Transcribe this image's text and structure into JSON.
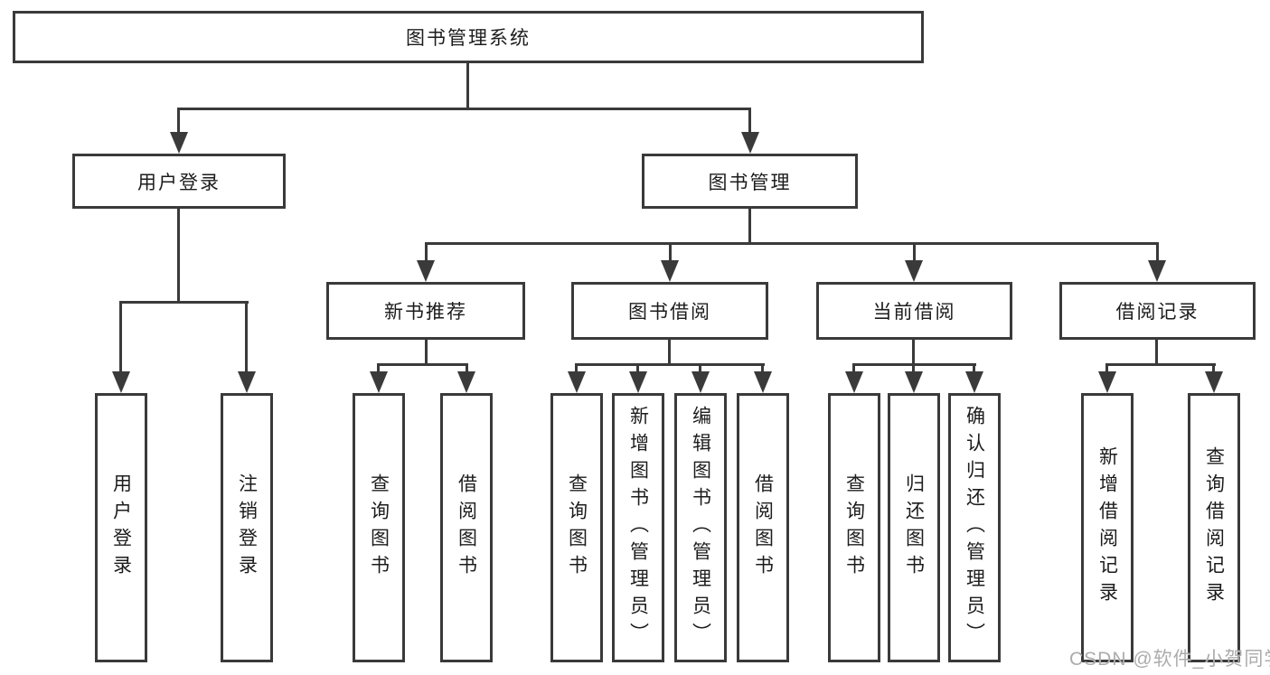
{
  "diagram": {
    "root": {
      "label": "图书管理系统"
    },
    "level2": [
      {
        "id": "user-login",
        "label": "用户登录"
      },
      {
        "id": "book-management",
        "label": "图书管理"
      }
    ],
    "level3": [
      {
        "id": "new-book-recommend",
        "label": "新书推荐"
      },
      {
        "id": "book-borrow",
        "label": "图书借阅"
      },
      {
        "id": "current-borrow",
        "label": "当前借阅"
      },
      {
        "id": "borrow-records",
        "label": "借阅记录"
      }
    ],
    "leaves": [
      {
        "id": "user-login-leaf",
        "label": "用户登录"
      },
      {
        "id": "logout-leaf",
        "label": "注销登录"
      },
      {
        "id": "recommend-query-books",
        "label": "查询图书"
      },
      {
        "id": "recommend-borrow-books",
        "label": "借阅图书"
      },
      {
        "id": "borrow-query-books",
        "label": "查询图书"
      },
      {
        "id": "borrow-add-books",
        "label": "新增图书（管理员）"
      },
      {
        "id": "borrow-edit-books",
        "label": "编辑图书（管理员）"
      },
      {
        "id": "borrow-borrow-books",
        "label": "借阅图书"
      },
      {
        "id": "current-query-books",
        "label": "查询图书"
      },
      {
        "id": "current-return-books",
        "label": "归还图书"
      },
      {
        "id": "current-confirm-return",
        "label": "确认归还（管理员）"
      },
      {
        "id": "records-add-record",
        "label": "新增借阅记录"
      },
      {
        "id": "records-query-record",
        "label": "查询借阅记录"
      }
    ]
  },
  "watermark": {
    "text": "CSDN @软件_小贺同学",
    "color": "#a8a8a8"
  },
  "colors": {
    "line": "#3a3a3a",
    "text": "#1c1c1c",
    "background": "#ffffff"
  }
}
